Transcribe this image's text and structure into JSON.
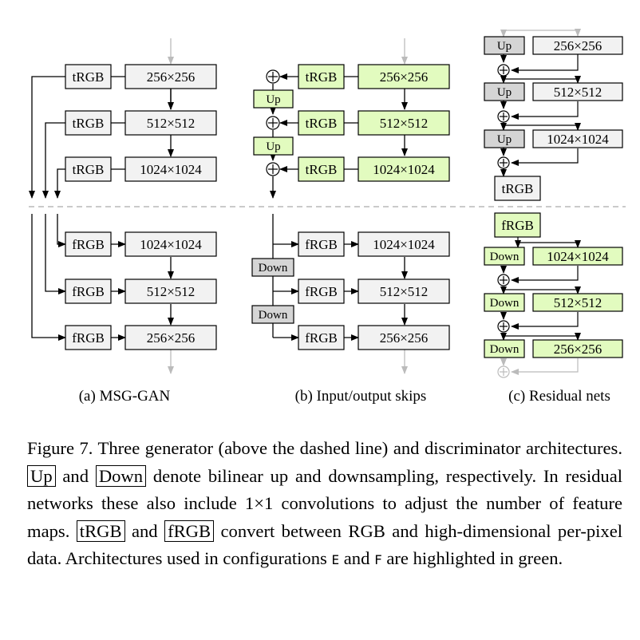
{
  "diagram": {
    "generator": {
      "tRGB": "tRGB",
      "Up": "Up",
      "res256": "256×256",
      "res512": "512×512",
      "res1024": "1024×1024"
    },
    "discriminator": {
      "fRGB": "fRGB",
      "Down": "Down",
      "res1024": "1024×1024",
      "res512": "512×512",
      "res256": "256×256"
    },
    "subcaptions": {
      "a": "(a) MSG-GAN",
      "b": "(b) Input/output skips",
      "c": "(c) Residual nets"
    },
    "colors": {
      "highlight_green": "#e2fbbf",
      "plain_box": "#f2f2f2",
      "up_down_box": "#d5d5d5",
      "faded_arrow": "#bbbbbb",
      "dashed_line": "#aaaaaa"
    }
  },
  "caption": {
    "prefix": "Figure 7.   Three generator (above the dashed line) and discriminator architectures.",
    "up": "Up",
    "and1": "and",
    "down": "Down",
    "part2": "denote bilinear up and downsampling, respectively.  In residual networks these also include 1×1 convolutions to adjust the number of feature maps.",
    "trgb": "tRGB",
    "and2": "and",
    "frgb": "fRGB",
    "part3": "convert between RGB and high-dimensional per-pixel data. Architectures used in configurations",
    "config_e": "E",
    "and3": "and",
    "config_f": "F",
    "part4": "are highlighted in green."
  }
}
